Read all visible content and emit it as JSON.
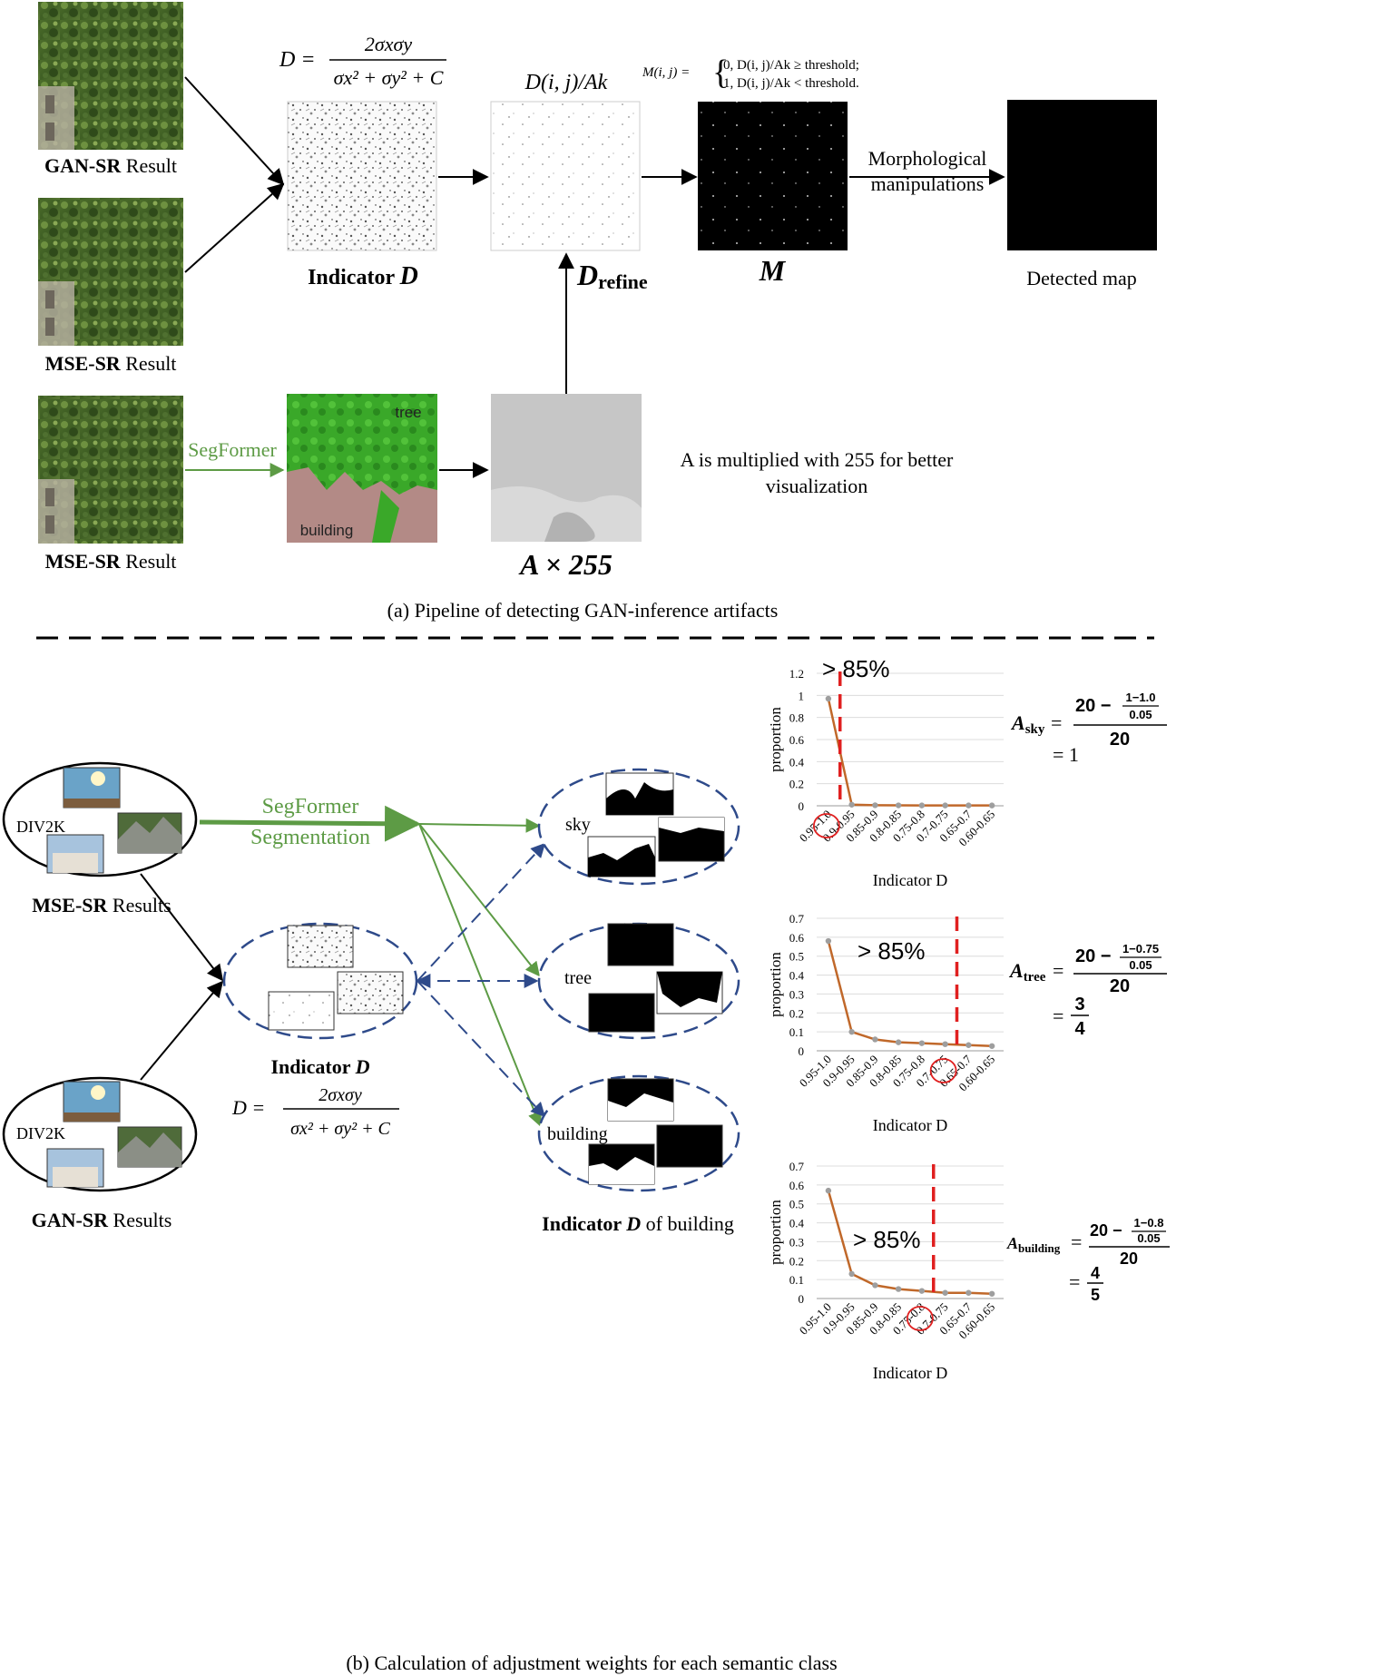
{
  "part_a": {
    "caption": "(a) Pipeline of detecting GAN-inference artifacts",
    "inputs": [
      {
        "bold": "GAN-SR",
        "rest": " Result"
      },
      {
        "bold": "MSE-SR",
        "rest": " Result"
      },
      {
        "bold": "MSE-SR",
        "rest": " Result"
      }
    ],
    "formula_D": {
      "lhs": "D =",
      "num": "2σxσy",
      "den": "σx² + σy² + C"
    },
    "formula_DA": "D(i, j)/Ak",
    "formula_M": {
      "lhs": "M(i, j) =",
      "case1": "0,   D(i, j)/Ak ≥  threshold;",
      "case2": "1,   D(i, j)/Ak <  threshold."
    },
    "label_indicator": {
      "text": "Indicator ",
      "var": "D"
    },
    "label_drefine": {
      "var": "D",
      "sub": "refine"
    },
    "label_M": "M",
    "label_detected": "Detected map",
    "morph": [
      "Morphological",
      "manipulations"
    ],
    "segformer": "SegFormer",
    "seg_labels": [
      "tree",
      "building"
    ],
    "label_A": "A × 255",
    "note": [
      "A is multiplied with 255 for better",
      "visualization"
    ]
  },
  "part_b": {
    "caption": "(b) Calculation of adjustment weights for each semantic class",
    "div2k": "DIV2K",
    "mse_label": {
      "bold": "MSE-SR",
      "rest": " Results"
    },
    "gan_label": {
      "bold": "GAN-SR",
      "rest": " Results"
    },
    "segformer": [
      "SegFormer",
      "Segmentation"
    ],
    "indicator_label": {
      "text": "Indicator ",
      "var": "D"
    },
    "formula_D": {
      "lhs": "D =",
      "num": "2σxσy",
      "den": "σx² + σy² + C"
    },
    "classes": [
      "sky",
      "tree",
      "building"
    ],
    "building_caption": {
      "bold": "Indicator ",
      "var": "D",
      "rest": " of building"
    },
    "weights": [
      {
        "name": "A",
        "sub": "sky",
        "num": "20 −",
        "fnum": "1−1.0",
        "fden": "0.05",
        "den": "20",
        "result_eq": "= 1"
      },
      {
        "name": "A",
        "sub": "tree",
        "num": "20 −",
        "fnum": "1−0.75",
        "fden": "0.05",
        "den": "20",
        "result_num": "3",
        "result_den": "4"
      },
      {
        "name": "A",
        "sub": "building",
        "num": "20 −",
        "fnum": "1−0.8",
        "fden": "0.05",
        "den": "20",
        "result_num": "4",
        "result_den": "5"
      }
    ]
  },
  "chart_data": [
    {
      "type": "line",
      "categories": [
        "0.95-1.0",
        "0.9-0.95",
        "0.85-0.9",
        "0.8-0.85",
        "0.75-0.8",
        "0.7-0.75",
        "0.65-0.7",
        "0.60-0.65"
      ],
      "series": [
        {
          "values": [
            0.97,
            0.01,
            0.005,
            0.004,
            0.003,
            0.003,
            0.003,
            0.003
          ]
        }
      ],
      "xlabel": "Indicator D",
      "ylabel": "proportion",
      "ylim": [
        0,
        1.2
      ],
      "yticks": [
        "0",
        "0.2",
        "0.4",
        "0.6",
        "0.8",
        "1",
        "1.2"
      ],
      "ystep": 0.2,
      "threshold_after_index": 0,
      "annotation": "> 85%",
      "circled_category": "0.95-1.0",
      "circled_text": "1.0"
    },
    {
      "type": "line",
      "categories": [
        "0.95-1.0",
        "0.9-0.95",
        "0.85-0.9",
        "0.8-0.85",
        "0.75-0.8",
        "0.7-0.75",
        "0.65-0.7",
        "0.60-0.65"
      ],
      "series": [
        {
          "values": [
            0.58,
            0.1,
            0.06,
            0.045,
            0.04,
            0.035,
            0.03,
            0.025
          ]
        }
      ],
      "xlabel": "Indicator D",
      "ylabel": "proportion",
      "ylim": [
        0,
        0.7
      ],
      "yticks": [
        "0",
        "0.1",
        "0.2",
        "0.3",
        "0.4",
        "0.5",
        "0.6",
        "0.7"
      ],
      "ystep": 0.1,
      "threshold_after_index": 5,
      "annotation": "> 85%",
      "circled_category": "0.7-0.75",
      "circled_text": "0.75"
    },
    {
      "type": "line",
      "categories": [
        "0.95-1.0",
        "0.9-0.95",
        "0.85-0.9",
        "0.8-0.85",
        "0.75-0.8",
        "0.7-0.75",
        "0.65-0.7",
        "0.60-0.65"
      ],
      "series": [
        {
          "values": [
            0.57,
            0.13,
            0.07,
            0.05,
            0.04,
            0.03,
            0.03,
            0.025
          ]
        }
      ],
      "xlabel": "Indicator D",
      "ylabel": "proportion",
      "ylim": [
        0,
        0.7
      ],
      "yticks": [
        "0",
        "0.1",
        "0.2",
        "0.3",
        "0.4",
        "0.5",
        "0.6",
        "0.7"
      ],
      "ystep": 0.1,
      "threshold_after_index": 4,
      "annotation": "> 85%",
      "circled_category": "0.75-0.8",
      "circled_text": "0.8"
    }
  ]
}
